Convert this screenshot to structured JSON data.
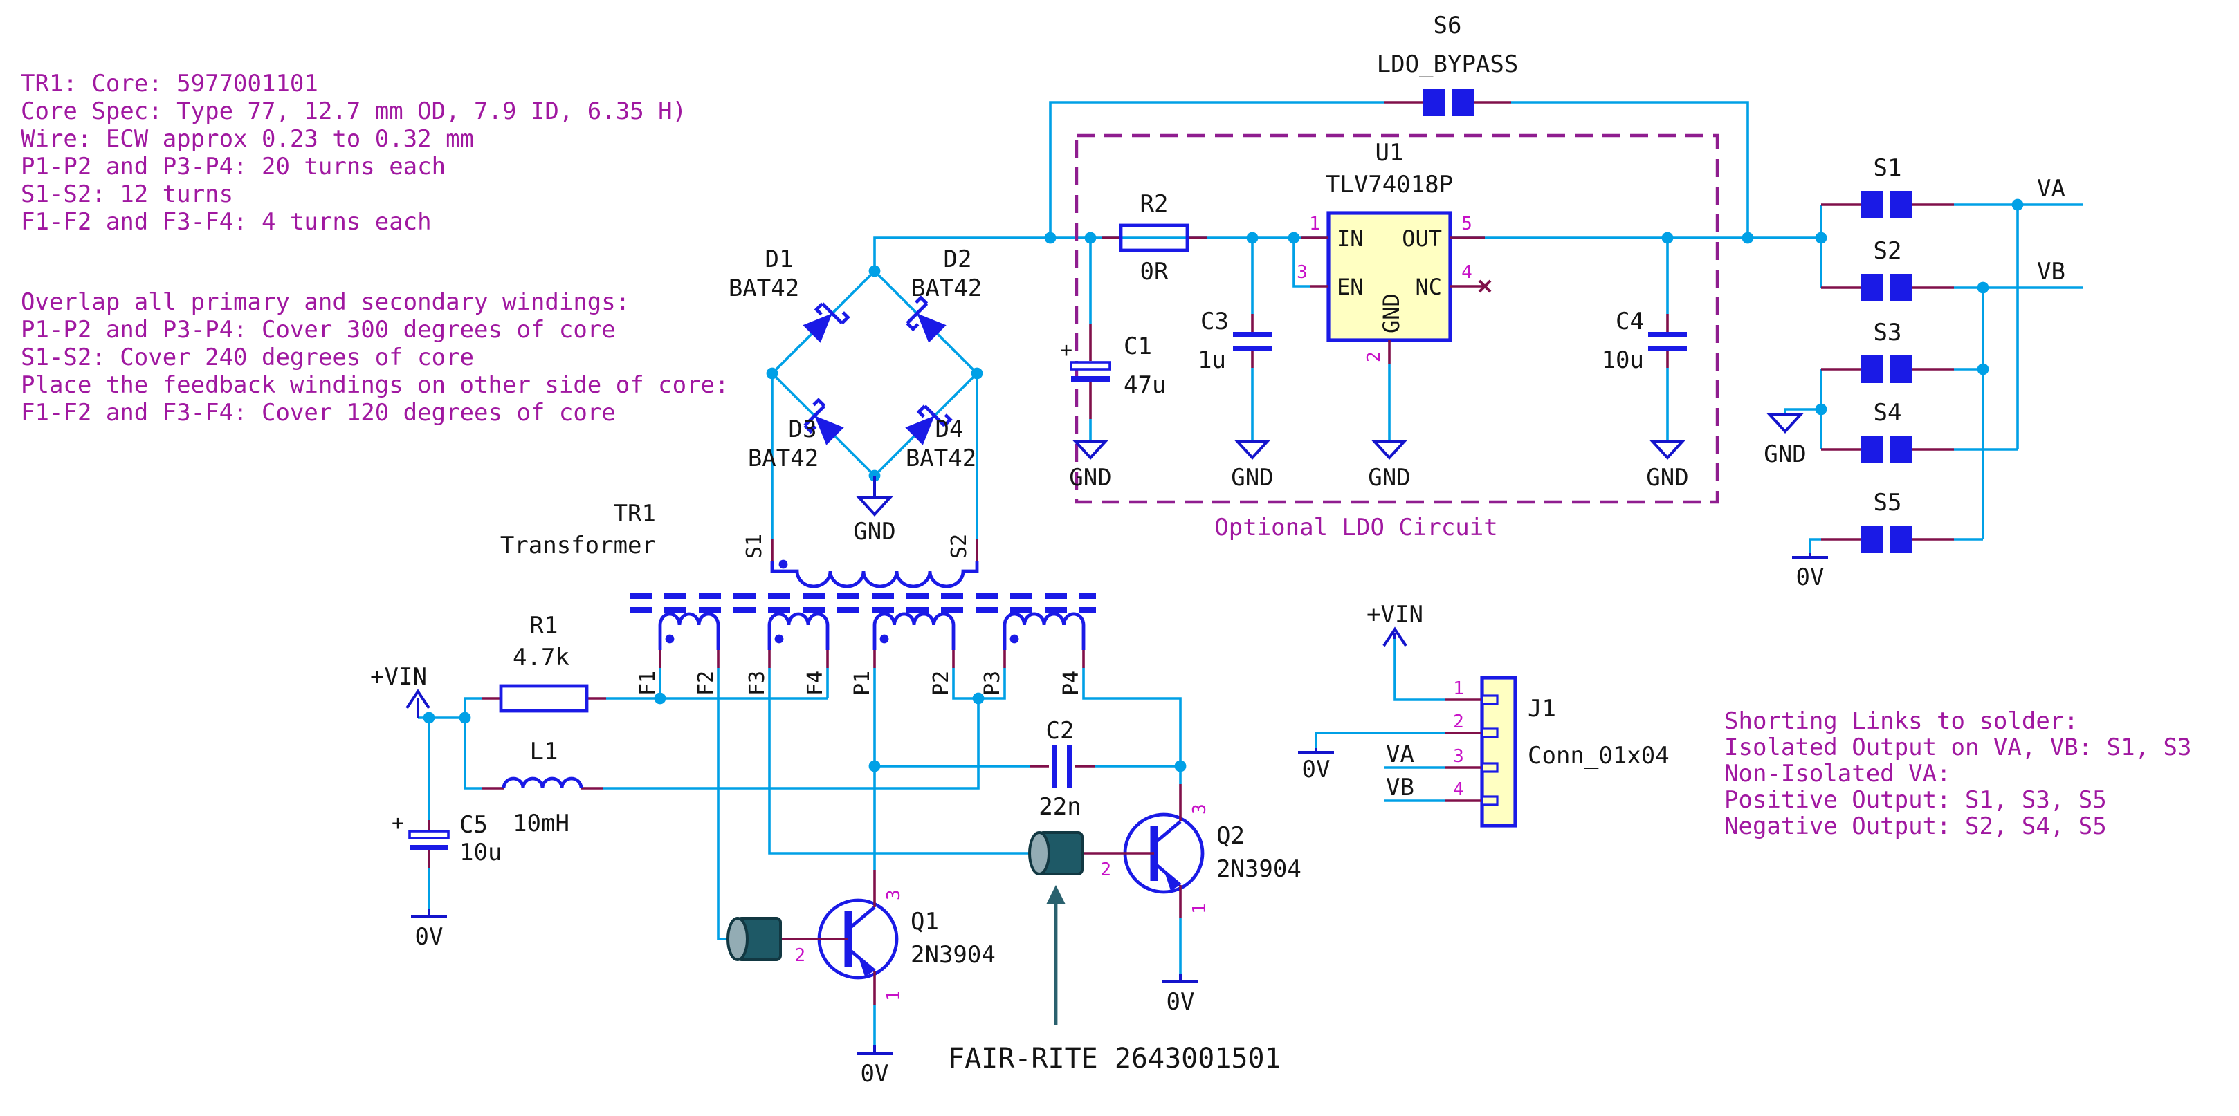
{
  "notes": {
    "transformer_spec": [
      "TR1: Core: 5977001101",
      "Core Spec: Type 77, 12.7 mm OD, 7.9 ID, 6.35 H)",
      "Wire: ECW approx 0.23 to 0.32 mm",
      "P1-P2 and P3-P4: 20 turns each",
      "S1-S2: 12 turns",
      "F1-F2 and F3-F4: 4 turns each"
    ],
    "winding_placement": [
      "Overlap all primary and secondary windings:",
      "P1-P2 and P3-P4: Cover 300 degrees of core",
      "S1-S2: Cover 240 degrees of core",
      "Place the feedback windings on other side of core:",
      "F1-F2 and F3-F4: Cover 120 degrees of core"
    ],
    "shorting_links": [
      "Shorting Links to solder:",
      "Isolated Output on VA, VB: S1, S3",
      "Non-Isolated VA:",
      "Positive Output: S1, S3, S5",
      "Negative Output: S2, S4, S5"
    ],
    "fair_rite": "FAIR-RITE 2643001501",
    "ldo_caption": "Optional LDO Circuit"
  },
  "nets": {
    "va": "VA",
    "vb": "VB",
    "vin": "+VIN",
    "zero": "0V",
    "gnd": "GND"
  },
  "c": {
    "R1": {
      "ref": "R1",
      "value": "4.7k"
    },
    "R2": {
      "ref": "R2",
      "value": "0R"
    },
    "L1": {
      "ref": "L1",
      "value": "10mH"
    },
    "C1": {
      "ref": "C1",
      "value": "47u"
    },
    "C2": {
      "ref": "C2",
      "value": "22n"
    },
    "C3": {
      "ref": "C3",
      "value": "1u"
    },
    "C4": {
      "ref": "C4",
      "value": "10u"
    },
    "C5": {
      "ref": "C5",
      "value": "10u"
    },
    "D1": {
      "ref": "D1",
      "value": "BAT42"
    },
    "D2": {
      "ref": "D2",
      "value": "BAT42"
    },
    "D3": {
      "ref": "D3",
      "value": "BAT42"
    },
    "D4": {
      "ref": "D4",
      "value": "BAT42"
    },
    "Q1": {
      "ref": "Q1",
      "value": "2N3904"
    },
    "Q2": {
      "ref": "Q2",
      "value": "2N3904"
    },
    "U1": {
      "ref": "U1",
      "value": "TLV74018P"
    },
    "TR1": {
      "ref": "TR1",
      "value": "Transformer"
    },
    "J1": {
      "ref": "J1",
      "value": "Conn_01x04"
    },
    "S1": {
      "ref": "S1"
    },
    "S2": {
      "ref": "S2"
    },
    "S3": {
      "ref": "S3"
    },
    "S4": {
      "ref": "S4"
    },
    "S5": {
      "ref": "S5"
    },
    "S6": {
      "ref": "S6",
      "value": "LDO_BYPASS"
    }
  },
  "u1_pins": {
    "in": "IN",
    "out": "OUT",
    "en": "EN",
    "nc": "NC",
    "gnd": "GND",
    "n1": "1",
    "n2": "2",
    "n3": "3",
    "n4": "4",
    "n5": "5"
  },
  "q_pins": {
    "c": "3",
    "b": "2",
    "e": "1"
  },
  "j1_pins": {
    "n1": "1",
    "n2": "2",
    "n3": "3",
    "n4": "4"
  },
  "tr_pins": {
    "s1": "S1",
    "s2": "S2",
    "f1": "F1",
    "f2": "F2",
    "f3": "F3",
    "f4": "F4",
    "p1": "P1",
    "p2": "P2",
    "p3": "P3",
    "p4": "P4"
  }
}
